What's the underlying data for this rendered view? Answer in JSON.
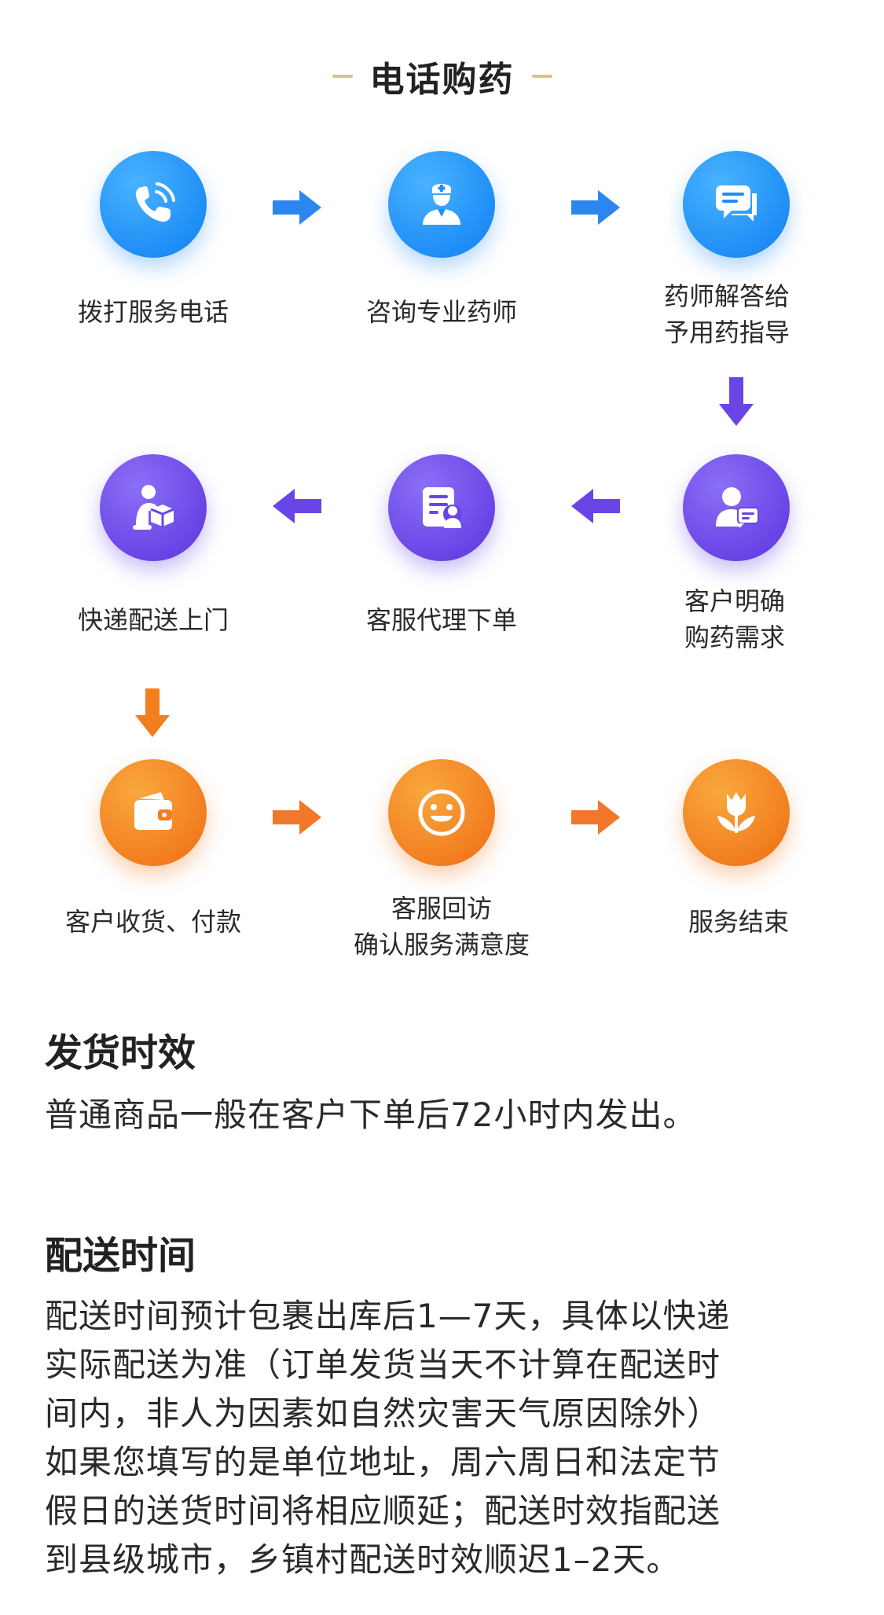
{
  "title": "电话购药",
  "steps": [
    {
      "label_1": "拨打服务电话",
      "label_2": "",
      "icon": "phone-icon",
      "color": "#1f8ef6"
    },
    {
      "label_1": "咨询专业药师",
      "label_2": "",
      "icon": "pharmacist-icon",
      "color": "#1f8ef6"
    },
    {
      "label_1": "药师解答给",
      "label_2": "予用药指导",
      "icon": "chat-icon",
      "color": "#1f8ef6"
    },
    {
      "label_1": "客户明确",
      "label_2": "购药需求",
      "icon": "user-message-icon",
      "color": "#6a45e6"
    },
    {
      "label_1": "客服代理下单",
      "label_2": "",
      "icon": "order-form-icon",
      "color": "#6a45e6"
    },
    {
      "label_1": "快递配送上门",
      "label_2": "",
      "icon": "delivery-person-icon",
      "color": "#6a45e6"
    },
    {
      "label_1": "客户收货、付款",
      "label_2": "",
      "icon": "wallet-icon",
      "color": "#f27e20"
    },
    {
      "label_1": "客服回访",
      "label_2": "确认服务满意度",
      "icon": "smile-icon",
      "color": "#f27e20"
    },
    {
      "label_1": "服务结束",
      "label_2": "",
      "icon": "flower-icon",
      "color": "#f27e20"
    }
  ],
  "shipping": {
    "heading": "发货时效",
    "text": "普通商品一般在客户下单后72小时内发出。"
  },
  "delivery": {
    "heading": "配送时间",
    "lines": [
      "配送时间预计包裹出库后1—7天，具体以快递",
      "实际配送为准（订单发货当天不计算在配送时",
      "间内，非人为因素如自然灾害天气原因除外）",
      "如果您填写的是单位地址，周六周日和法定节",
      "假日的送货时间将相应顺延；配送时效指配送",
      "到县级城市，乡镇村配送时效顺迟1–2天。"
    ]
  },
  "colors": {
    "blue": "#1f8ef6",
    "purple": "#6a45e6",
    "orange": "#f27e20",
    "title_dash": "#d8c28e"
  }
}
